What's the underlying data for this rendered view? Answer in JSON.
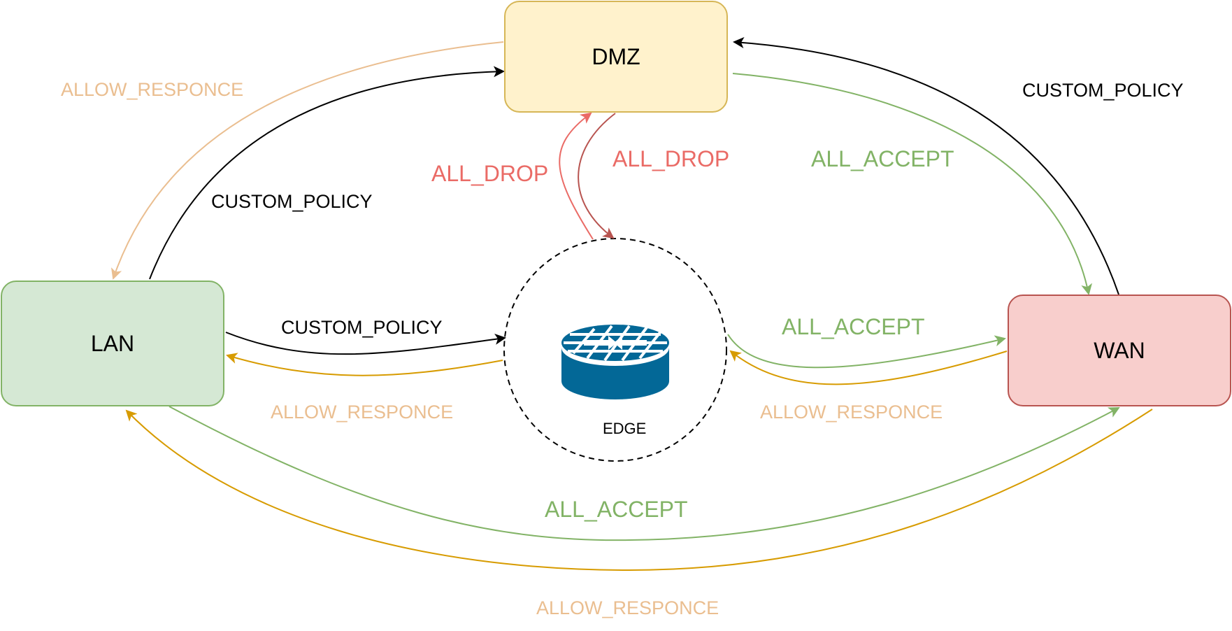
{
  "nodes": {
    "dmz": {
      "label": "DMZ",
      "fill": "#fff2cc",
      "stroke": "#d6b656"
    },
    "lan": {
      "label": "LAN",
      "fill": "#d5e8d4",
      "stroke": "#82b366"
    },
    "wan": {
      "label": "WAN",
      "fill": "#f8cecc",
      "stroke": "#b85450"
    },
    "edge": {
      "label": "EDGE",
      "icon": "router-firewall-icon",
      "icon_color": "#036897"
    }
  },
  "colors": {
    "custom_policy": "#000000",
    "allow_response": "#d79b00",
    "allow_response_light": "#eabe90",
    "all_drop": "#ea6b66",
    "all_drop_dark": "#b85450",
    "all_accept": "#82b366"
  },
  "edges": [
    {
      "id": "lan-to-dmz",
      "from": "LAN",
      "to": "DMZ",
      "label": "CUSTOM_POLICY"
    },
    {
      "id": "dmz-to-lan",
      "from": "DMZ",
      "to": "LAN",
      "label": "ALLOW_RESPONCE"
    },
    {
      "id": "wan-to-dmz",
      "from": "WAN",
      "to": "DMZ",
      "label": "CUSTOM_POLICY"
    },
    {
      "id": "dmz-to-wan",
      "from": "DMZ",
      "to": "WAN",
      "label": "ALL_ACCEPT"
    },
    {
      "id": "edge-to-dmz",
      "from": "EDGE",
      "to": "DMZ",
      "label": "ALL_DROP"
    },
    {
      "id": "dmz-to-edge",
      "from": "DMZ",
      "to": "EDGE",
      "label": "ALL_DROP"
    },
    {
      "id": "lan-to-edge",
      "from": "LAN",
      "to": "EDGE",
      "label": "CUSTOM_POLICY"
    },
    {
      "id": "edge-to-lan",
      "from": "EDGE",
      "to": "LAN",
      "label": "ALLOW_RESPONCE"
    },
    {
      "id": "edge-to-wan",
      "from": "EDGE",
      "to": "WAN",
      "label": "ALL_ACCEPT"
    },
    {
      "id": "wan-to-edge",
      "from": "WAN",
      "to": "EDGE",
      "label": "ALLOW_RESPONCE"
    },
    {
      "id": "lan-to-wan",
      "from": "LAN",
      "to": "WAN",
      "label": "ALL_ACCEPT"
    },
    {
      "id": "wan-to-lan",
      "from": "WAN",
      "to": "LAN",
      "label": "ALLOW_RESPONCE"
    }
  ]
}
